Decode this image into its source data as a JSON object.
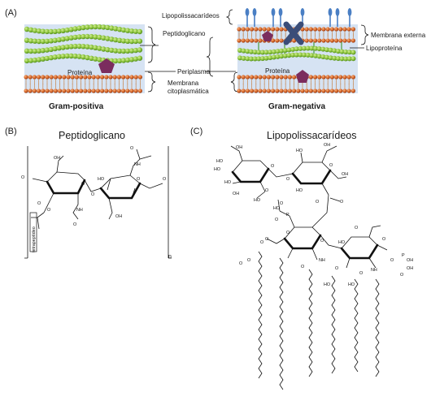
{
  "panel_a": {
    "letter": "(A)",
    "gram_positive": "Gram-positiva",
    "gram_negative": "Gram-negativa",
    "peptidoglycan": "Peptidoglicano",
    "periplasm": "Periplasma",
    "membrane_line1": "Membrana",
    "membrane_line2": "citoplasmática",
    "protein_left": "Proteína",
    "protein_right": "Proteína",
    "lps": "Lipopolissacarídeos",
    "outer_membrane": "Membrana externa",
    "lipoprotein": "Lipoproteína"
  },
  "panel_b": {
    "letter": "(B)",
    "title": "Peptidoglicano",
    "tetrapeptide": "tetrapeptídeo",
    "repeat": "n"
  },
  "panel_c": {
    "letter": "(C)",
    "title": "Lipopolissacarídeos"
  },
  "colors": {
    "bead_green": "#8cc43c",
    "lipid_orange": "#d9662a",
    "periplasm_blue": "#d6e3f3",
    "protein_purple": "#7b2d5e",
    "lps_blue": "#4a7fc4",
    "porin_navy": "#3b4d78"
  }
}
